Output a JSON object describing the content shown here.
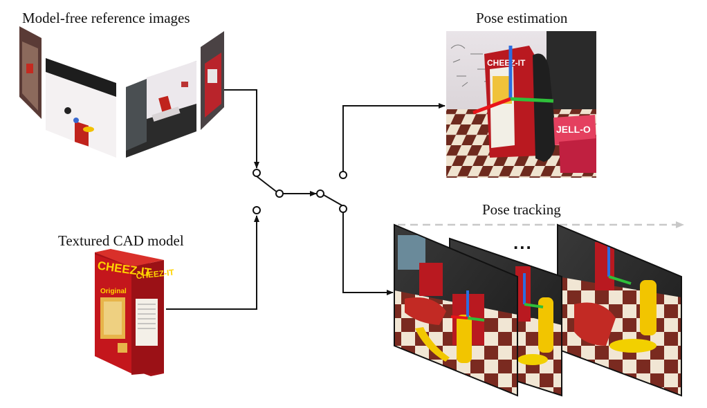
{
  "labels": {
    "reference_images": "Model-free reference images",
    "pose_estimation": "Pose estimation",
    "pose_tracking": "Pose tracking",
    "cad_model": "Textured CAD model",
    "ellipsis": "..."
  },
  "box_brand": {
    "front": "CHEEZ-IT",
    "side": "CHEEZ-IT",
    "flavor": "Original"
  },
  "scene_text": {
    "cereal_box": "CHEEZ-IT",
    "jello": "JELL-O"
  },
  "colors": {
    "line": "#111111",
    "dashed_arrow": "#c8c8c8",
    "box_red": "#c4161c",
    "box_yellow": "#f2c400",
    "axis_red": "#e8141a",
    "axis_green": "#2fbf3a",
    "axis_blue": "#2d6de0"
  }
}
